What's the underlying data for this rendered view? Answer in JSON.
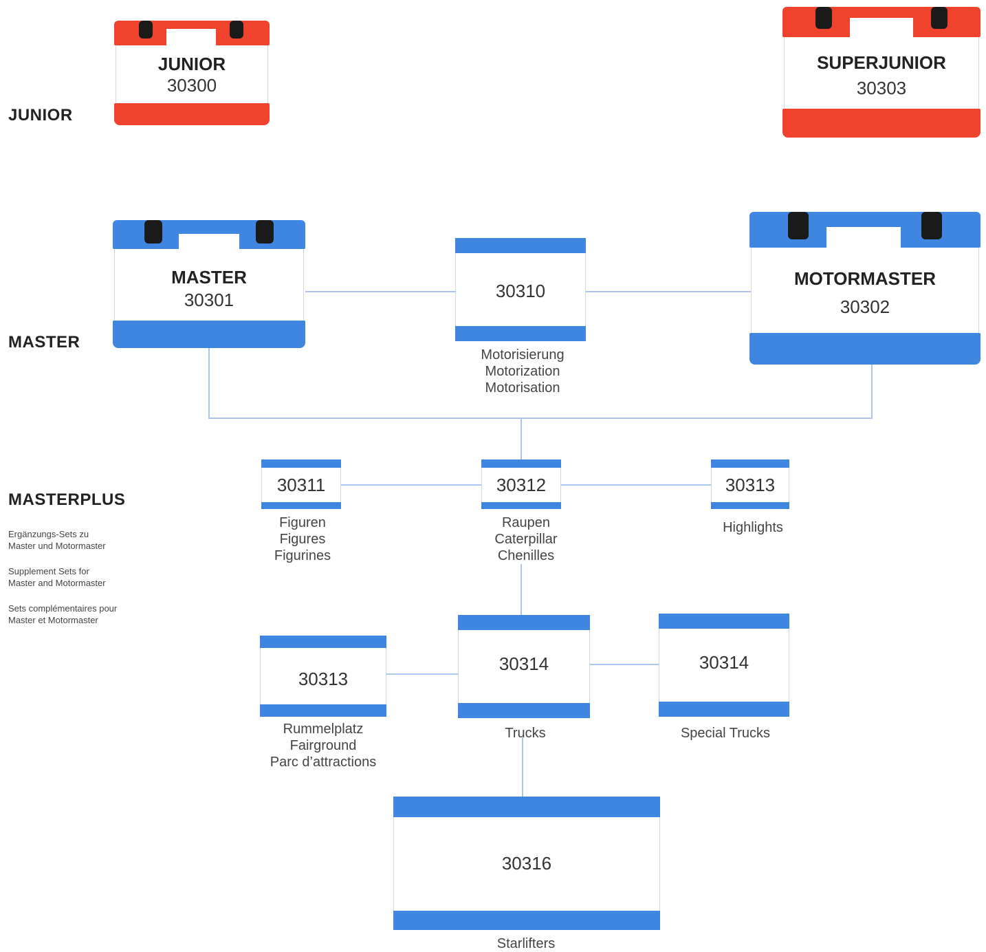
{
  "sections": {
    "junior": "JUNIOR",
    "master": "MASTER",
    "masterplus": "MASTERPLUS"
  },
  "masterplus_notes": [
    [
      "Ergänzungs-Sets zu",
      "Master und Motormaster"
    ],
    [
      "Supplement Sets for",
      "Master and Motormaster"
    ],
    [
      "Sets complémentaires pour",
      "Master et Motormaster"
    ]
  ],
  "cases": {
    "junior": {
      "name": "JUNIOR",
      "code": "30300",
      "color": "#f0432e"
    },
    "superjunior": {
      "name": "SUPERJUNIOR",
      "code": "30303",
      "color": "#f0432e"
    },
    "master": {
      "name": "MASTER",
      "code": "30301",
      "color": "#3f86e0"
    },
    "motormaster": {
      "name": "MOTORMASTER",
      "code": "30302",
      "color": "#3f86e0"
    }
  },
  "sets": {
    "motorization": {
      "code": "30310",
      "caption": [
        "Motorisierung",
        "Motorization",
        "Motorisation"
      ]
    },
    "figures": {
      "code": "30311",
      "caption": [
        "Figuren",
        "Figures",
        "Figurines"
      ]
    },
    "caterpillar": {
      "code": "30312",
      "caption": [
        "Raupen",
        "Caterpillar",
        "Chenilles"
      ]
    },
    "highlights": {
      "code": "30313",
      "caption": [
        "Highlights"
      ]
    },
    "fairground": {
      "code": "30313",
      "caption": [
        "Rummelplatz",
        "Fairground",
        "Parc d’attractions"
      ]
    },
    "trucks": {
      "code": "30314",
      "caption": [
        "Trucks"
      ]
    },
    "special_trucks": {
      "code": "30314",
      "caption": [
        "Special Trucks"
      ]
    },
    "starlifters": {
      "code": "30316",
      "caption": [
        "Starlifters"
      ]
    }
  },
  "colors": {
    "red": "#f0432e",
    "blue": "#3f86e0",
    "connector": "#a9c6ee"
  }
}
